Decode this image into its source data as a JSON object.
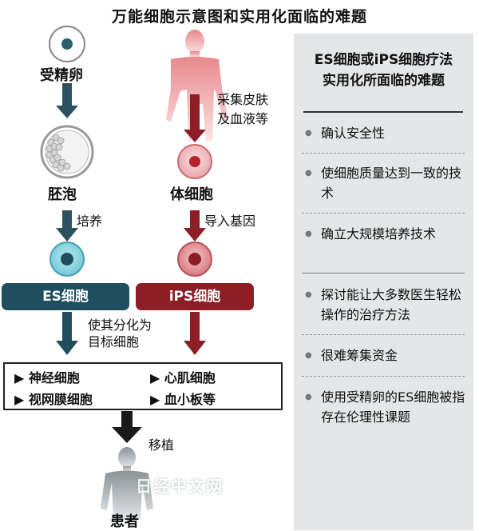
{
  "title": "万能细胞示意图和实用化面临的难题",
  "left_flow": {
    "egg": "受精卵",
    "blastocyst": "胚泡",
    "culture": "培养",
    "es_cell": "ES细胞",
    "differentiate": "使其分化为\n目标细胞"
  },
  "right_flow": {
    "collect": "采集皮肤\n及血液等",
    "somatic": "体细胞",
    "gene": "导入基因",
    "ips_cell": "iPS细胞"
  },
  "outcomes": [
    "神经细胞",
    "心肌细胞",
    "视网膜细胞",
    "血小板等"
  ],
  "transplant": "移植",
  "patient": "患者",
  "watermark": "日经中文网",
  "panel": {
    "title": "ES细胞或iPS细胞疗法\n实用化所面临的难题",
    "items": [
      "确认安全性",
      "使细胞质量达到一致的技术",
      "确立大规模培养技术",
      "探讨能让大多数医生轻松操作的治疗方法",
      "很难筹集资金",
      "使用受精卵的ES细胞被指存在伦理性课题"
    ]
  },
  "colors": {
    "es": "#1f4f5f",
    "ips": "#8e1e26",
    "panel_bg": "#e4e6e7"
  }
}
